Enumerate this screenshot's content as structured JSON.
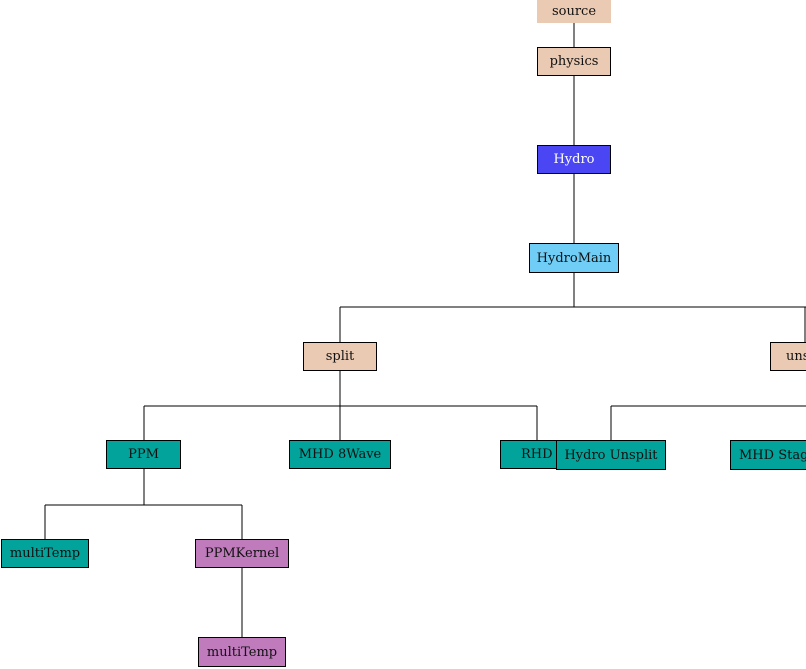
{
  "colors": {
    "tan": "#ebcab3",
    "blue": "#4a46f4",
    "light_blue": "#6fcdf6",
    "teal": "#01a39a",
    "purple": "#c07bbd",
    "line": "#000000"
  },
  "nodes": {
    "source": "source",
    "physics": "physics",
    "hydro": "Hydro",
    "hydromain": "HydroMain",
    "split": "split",
    "unsplit": "uns",
    "ppm": "PPM",
    "mhd_8wave": "MHD 8Wave",
    "rhd": "RHD",
    "hydro_unsplit": "Hydro Unsplit",
    "mhd_stag": "MHD Stag",
    "multitemp_1": "multiTemp",
    "ppmkernel": "PPMKernel",
    "multitemp_2": "multiTemp"
  }
}
